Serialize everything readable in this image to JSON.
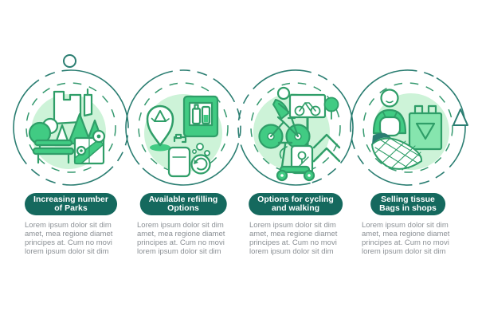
{
  "colors": {
    "pill_teal": "#15695e",
    "ring_teal": "#2b7e72",
    "icon_outline_green": "#2f9e68",
    "icon_fill_green": "#41cb83",
    "highlight_light_green": "#cdf3d8",
    "body_text_grey": "#8b9095",
    "title_text": "#ffffff",
    "background": "#ffffff"
  },
  "decorations": {
    "milestone_dot": "milestone-dot-icon",
    "triangle_marker": "triangle-marker-icon"
  },
  "items": [
    {
      "icon": "park-city-icon",
      "title": "Increasing number of Parks",
      "title_lines": [
        "Increasing number",
        "of Parks"
      ],
      "body": "Lorem ipsum dolor sit dim amet, mea regione diamet principes at. Cum no movi lorem ipsum dolor sit dim",
      "body_lines": [
        "Lorem ipsum dolor sit dim",
        "amet, mea regione diamet",
        "principes at. Cum no movi",
        "lorem ipsum dolor sit dim"
      ]
    },
    {
      "icon": "refill-station-icon",
      "title": "Available refilling Options",
      "title_lines": [
        "Available refilling",
        "Options"
      ],
      "body": "Lorem ipsum dolor sit dim amet, mea regione diamet principes at. Cum no movi lorem ipsum dolor sit dim",
      "body_lines": [
        "Lorem ipsum dolor sit dim",
        "amet, mea regione diamet",
        "principes at. Cum no movi",
        "lorem ipsum dolor sit dim"
      ]
    },
    {
      "icon": "cycling-walking-icon",
      "title": "Options for cycling and walking",
      "title_lines": [
        "Options for cycling",
        "and walking"
      ],
      "body": "Lorem ipsum dolor sit dim amet, mea regione diamet principes at. Cum no movi lorem ipsum dolor sit dim",
      "body_lines": [
        "Lorem ipsum dolor sit dim",
        "amet, mea regione diamet",
        "principes at. Cum no movi",
        "lorem ipsum dolor sit dim"
      ]
    },
    {
      "icon": "tissue-bags-icon",
      "title": "Selling tissue Bags in shops",
      "title_lines": [
        "Selling tissue",
        "Bags in shops"
      ],
      "body": "Lorem ipsum dolor sit dim amet, mea regione diamet principes at. Cum no movi lorem ipsum dolor sit dim",
      "body_lines": [
        "Lorem ipsum dolor sit dim",
        "amet, mea regione diamet",
        "principes at. Cum no movi",
        "lorem ipsum dolor sit dim"
      ]
    }
  ]
}
